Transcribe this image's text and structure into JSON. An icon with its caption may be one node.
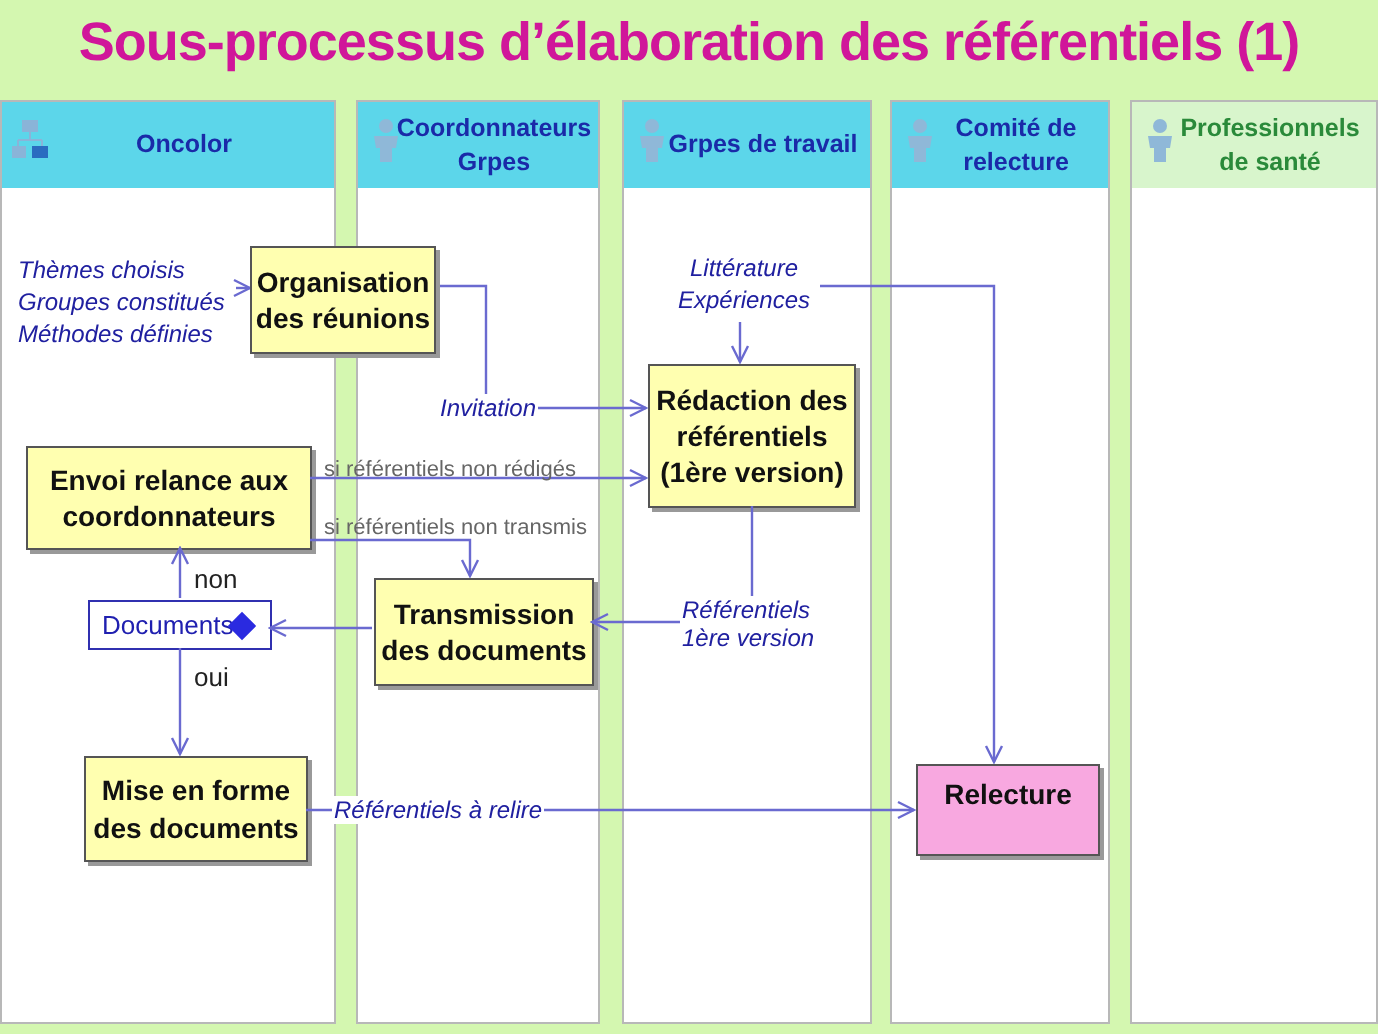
{
  "diagram": {
    "title": "Sous-processus d’élaboration des référentiels (1)",
    "nodes": [
      {
        "text": [
          "Oncolor"
        ]
      },
      {
        "text": [
          "Coordonnateurs Grpes"
        ]
      },
      {
        "text": [
          "Grpes de travail"
        ]
      },
      {
        "text": [
          "Comité de relecture"
        ]
      },
      {
        "text": [
          "Professionnels de santé"
        ]
      },
      {
        "text": [
          "Thèmes choisis Groupes constitués Méthodes définies"
        ],
        "in": 0
      },
      {
        "text": [
          "Organisation des réunions"
        ]
      },
      {
        "text": [
          "Littérature Expériences"
        ],
        "in": 2
      },
      {
        "text": [
          "Rédaction des référentiels (1ère version)"
        ],
        "in": 2
      },
      {
        "text": [
          "Envoi relance aux coordonnateurs"
        ],
        "in": 0
      },
      {
        "text": [
          "Transmission des documents"
        ],
        "in": 1
      },
      {
        "text": [
          "Documents"
        ],
        "in": 0
      },
      {
        "text": [
          "Mise en forme des documents"
        ],
        "in": 0
      },
      {
        "text": [
          "Relecture"
        ],
        "in": 3
      }
    ],
    "edges": [
      {
        "from": 5,
        "to": 6,
        "arrow": "to"
      },
      {
        "from": 6,
        "to": 8,
        "arrow": "to",
        "label": "Invitation"
      },
      {
        "from": 7,
        "to": 8,
        "arrow": "to"
      },
      {
        "from": 7,
        "to": 13,
        "arrow": "to"
      },
      {
        "from": 9,
        "to": 8,
        "arrow": "to",
        "label": "si référentiels non rédigés"
      },
      {
        "from": 9,
        "to": 10,
        "arrow": "to",
        "label": "si référentiels non transmis"
      },
      {
        "from": 8,
        "to": 10,
        "arrow": "to",
        "label": "Référentiels 1ère version"
      },
      {
        "from": 10,
        "to": 11,
        "arrow": "to"
      },
      {
        "from": 11,
        "to": 9,
        "arrow": "to",
        "label": "non"
      },
      {
        "from": 11,
        "to": 12,
        "arrow": "to",
        "label": "oui"
      },
      {
        "from": 12,
        "to": 13,
        "arrow": "to",
        "label": "Référentiels à relire"
      }
    ]
  }
}
